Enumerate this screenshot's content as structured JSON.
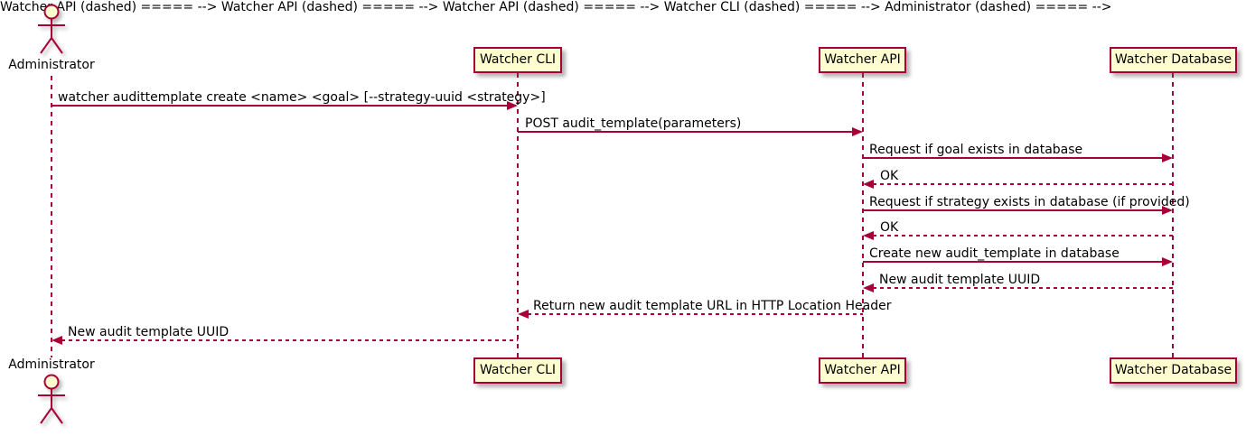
{
  "diagram": {
    "type": "sequence-diagram",
    "colors": {
      "accent": "#A80036",
      "participant_fill": "#FEFECE",
      "background": "#FFFFFF",
      "text": "#000000"
    },
    "actor": {
      "name": "Administrator"
    },
    "participants": [
      {
        "name": "Watcher CLI"
      },
      {
        "name": "Watcher API"
      },
      {
        "name": "Watcher Database"
      }
    ],
    "messages": [
      {
        "from": "Administrator",
        "to": "Watcher CLI",
        "style": "solid",
        "label": "watcher audittemplate create <name> <goal> [--strategy-uuid <strategy>]"
      },
      {
        "from": "Watcher CLI",
        "to": "Watcher API",
        "style": "solid",
        "label": "POST audit_template(parameters)"
      },
      {
        "from": "Watcher API",
        "to": "Watcher Database",
        "style": "solid",
        "label": "Request if goal exists in database"
      },
      {
        "from": "Watcher Database",
        "to": "Watcher API",
        "style": "dashed",
        "label": "OK"
      },
      {
        "from": "Watcher API",
        "to": "Watcher Database",
        "style": "solid",
        "label": "Request if strategy exists in database (if provided)"
      },
      {
        "from": "Watcher Database",
        "to": "Watcher API",
        "style": "dashed",
        "label": "OK"
      },
      {
        "from": "Watcher API",
        "to": "Watcher Database",
        "style": "solid",
        "label": "Create new audit_template in database"
      },
      {
        "from": "Watcher Database",
        "to": "Watcher API",
        "style": "dashed",
        "label": "New audit template UUID"
      },
      {
        "from": "Watcher API",
        "to": "Watcher CLI",
        "style": "dashed",
        "label": "Return new audit template URL in HTTP Location Header"
      },
      {
        "from": "Watcher CLI",
        "to": "Administrator",
        "style": "dashed",
        "label": "New audit template UUID"
      }
    ]
  }
}
